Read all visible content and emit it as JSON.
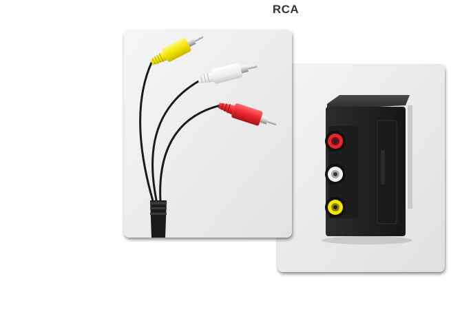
{
  "page": {
    "title": "RCA"
  },
  "images": [
    {
      "name": "rca-cable-photo",
      "depicts": "composite-cable-icon"
    },
    {
      "name": "scart-adapter-photo",
      "depicts": "scart-to-rca-adapter-icon"
    }
  ],
  "colors": {
    "title": "#333333",
    "rca_yellow": "#f2e600",
    "rca_white": "#f4f4f4",
    "rca_red": "#e8262e",
    "adapter_body": "#222222"
  }
}
